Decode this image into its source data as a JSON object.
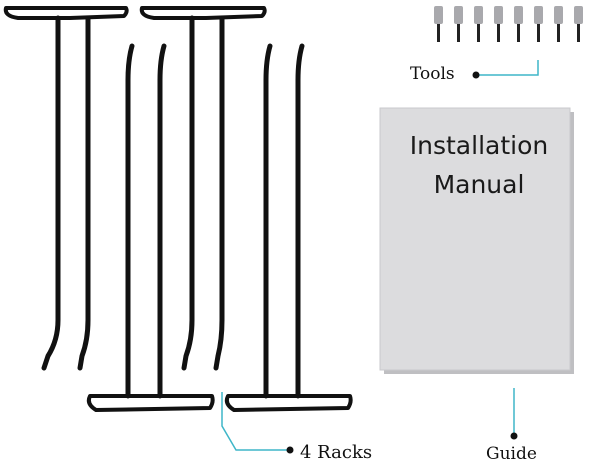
{
  "labels": {
    "tools": "Tools",
    "racks": "4 Racks",
    "guide": "Guide"
  },
  "manual": {
    "line1": "Installation",
    "line2": "Manual"
  },
  "colors": {
    "callout_line": "#3fb6c8",
    "rack_metal": "#1a1a1a",
    "manual_cover": "#dcdcde",
    "manual_shadow": "#bfbfc2"
  }
}
